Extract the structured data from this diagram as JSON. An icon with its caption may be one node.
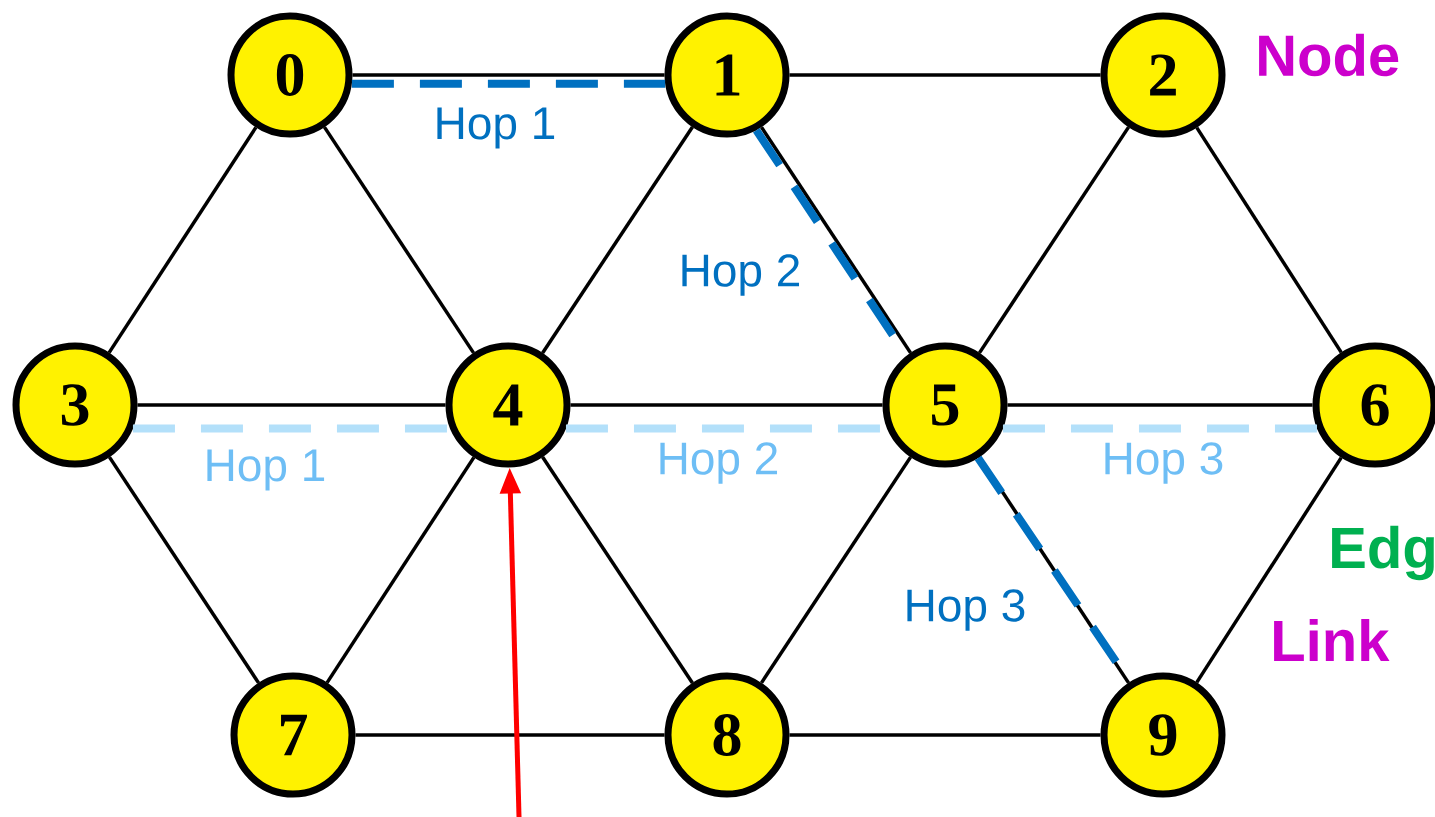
{
  "diagram": {
    "nodes": [
      {
        "text": [
          "0"
        ]
      },
      {
        "text": [
          "1"
        ]
      },
      {
        "text": [
          "2"
        ]
      },
      {
        "text": [
          "3"
        ]
      },
      {
        "text": [
          "4"
        ]
      },
      {
        "text": [
          "5"
        ]
      },
      {
        "text": [
          "6"
        ]
      },
      {
        "text": [
          "7"
        ]
      },
      {
        "text": [
          "8"
        ]
      },
      {
        "text": [
          "9"
        ]
      }
    ],
    "edges": [
      {
        "from": 0,
        "to": 1,
        "arrow": "none"
      },
      {
        "from": 1,
        "to": 2,
        "arrow": "none"
      },
      {
        "from": 0,
        "to": 3,
        "arrow": "none"
      },
      {
        "from": 0,
        "to": 4,
        "arrow": "none"
      },
      {
        "from": 1,
        "to": 4,
        "arrow": "none"
      },
      {
        "from": 1,
        "to": 5,
        "arrow": "none"
      },
      {
        "from": 2,
        "to": 5,
        "arrow": "none"
      },
      {
        "from": 2,
        "to": 6,
        "arrow": "none"
      },
      {
        "from": 3,
        "to": 4,
        "arrow": "none"
      },
      {
        "from": 4,
        "to": 5,
        "arrow": "none"
      },
      {
        "from": 5,
        "to": 6,
        "arrow": "none"
      },
      {
        "from": 3,
        "to": 7,
        "arrow": "none"
      },
      {
        "from": 4,
        "to": 7,
        "arrow": "none"
      },
      {
        "from": 4,
        "to": 8,
        "arrow": "none"
      },
      {
        "from": 5,
        "to": 8,
        "arrow": "none"
      },
      {
        "from": 5,
        "to": 9,
        "arrow": "none"
      },
      {
        "from": 6,
        "to": 9,
        "arrow": "none"
      },
      {
        "from": 7,
        "to": 8,
        "arrow": "none"
      },
      {
        "from": 8,
        "to": 9,
        "arrow": "none"
      },
      {
        "from": 0,
        "to": 1,
        "arrow": "none",
        "label": "Hop 1",
        "style": "dashed",
        "color": "#0070c0"
      },
      {
        "from": 1,
        "to": 5,
        "arrow": "none",
        "label": "Hop 2",
        "style": "dashed",
        "color": "#0070c0"
      },
      {
        "from": 5,
        "to": 9,
        "arrow": "none",
        "label": "Hop 3",
        "style": "dashed",
        "color": "#0070c0"
      },
      {
        "from": 3,
        "to": 4,
        "arrow": "none",
        "label": "Hop 1",
        "style": "dashed",
        "color": "#b3e0fa"
      },
      {
        "from": 4,
        "to": 5,
        "arrow": "none",
        "label": "Hop 2",
        "style": "dashed",
        "color": "#b3e0fa"
      },
      {
        "from": 5,
        "to": 6,
        "arrow": "none",
        "label": "Hop 3",
        "style": "dashed",
        "color": "#b3e0fa"
      },
      {
        "from": null,
        "to": 4,
        "arrow": "to",
        "color": "#ff0000"
      }
    ],
    "labels": [
      "Node",
      "Edg",
      "Link"
    ]
  }
}
